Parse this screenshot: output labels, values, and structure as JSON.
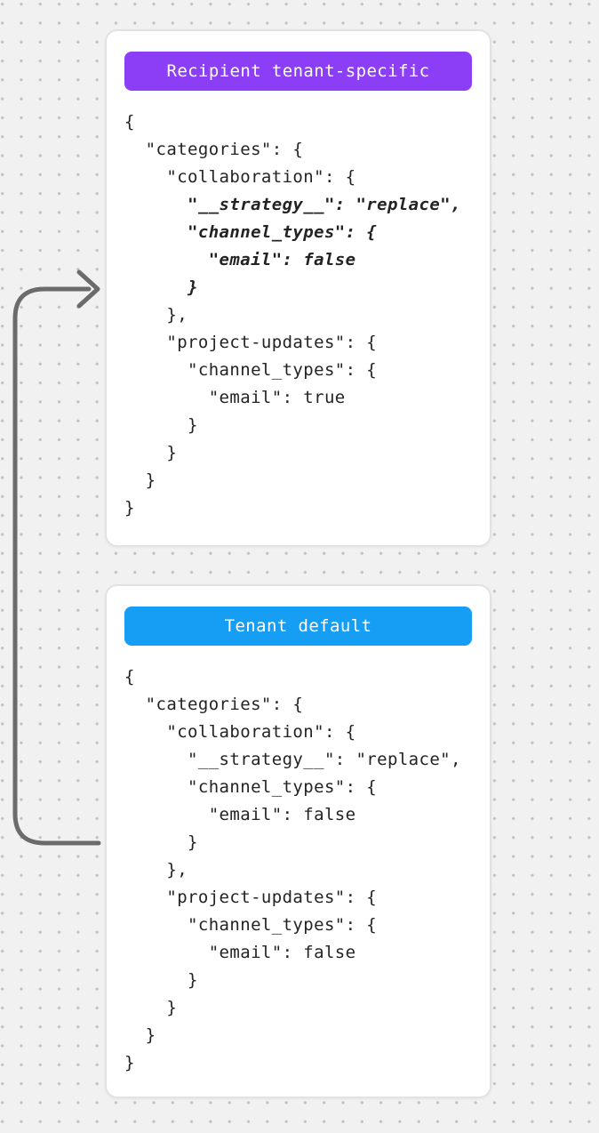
{
  "arrow": {
    "color": "#6b6b6b"
  },
  "cards": [
    {
      "badge": {
        "label": "Recipient tenant-specific",
        "color": "#8c3df6"
      },
      "code": [
        {
          "text": "{"
        },
        {
          "text": "  \"categories\": {"
        },
        {
          "text": "    \"collaboration\": {"
        },
        {
          "text": "      \"__strategy__\": \"replace\",",
          "emph": true
        },
        {
          "text": "      \"channel_types\": {",
          "emph": true
        },
        {
          "text": "        \"email\": false",
          "emph": true
        },
        {
          "text": "      }",
          "emph": true
        },
        {
          "text": "    },"
        },
        {
          "text": "    \"project-updates\": {"
        },
        {
          "text": "      \"channel_types\": {"
        },
        {
          "text": "        \"email\": true"
        },
        {
          "text": "      }"
        },
        {
          "text": "    }"
        },
        {
          "text": "  }"
        },
        {
          "text": "}"
        }
      ]
    },
    {
      "badge": {
        "label": "Tenant default",
        "color": "#169df4"
      },
      "code": [
        {
          "text": "{"
        },
        {
          "text": "  \"categories\": {"
        },
        {
          "text": "    \"collaboration\": {"
        },
        {
          "text": "      \"__strategy__\": \"replace\","
        },
        {
          "text": "      \"channel_types\": {"
        },
        {
          "text": "        \"email\": false"
        },
        {
          "text": "      }"
        },
        {
          "text": "    },"
        },
        {
          "text": "    \"project-updates\": {"
        },
        {
          "text": "      \"channel_types\": {"
        },
        {
          "text": "        \"email\": false"
        },
        {
          "text": "      }"
        },
        {
          "text": "    }"
        },
        {
          "text": "  }"
        },
        {
          "text": "}"
        }
      ]
    }
  ]
}
